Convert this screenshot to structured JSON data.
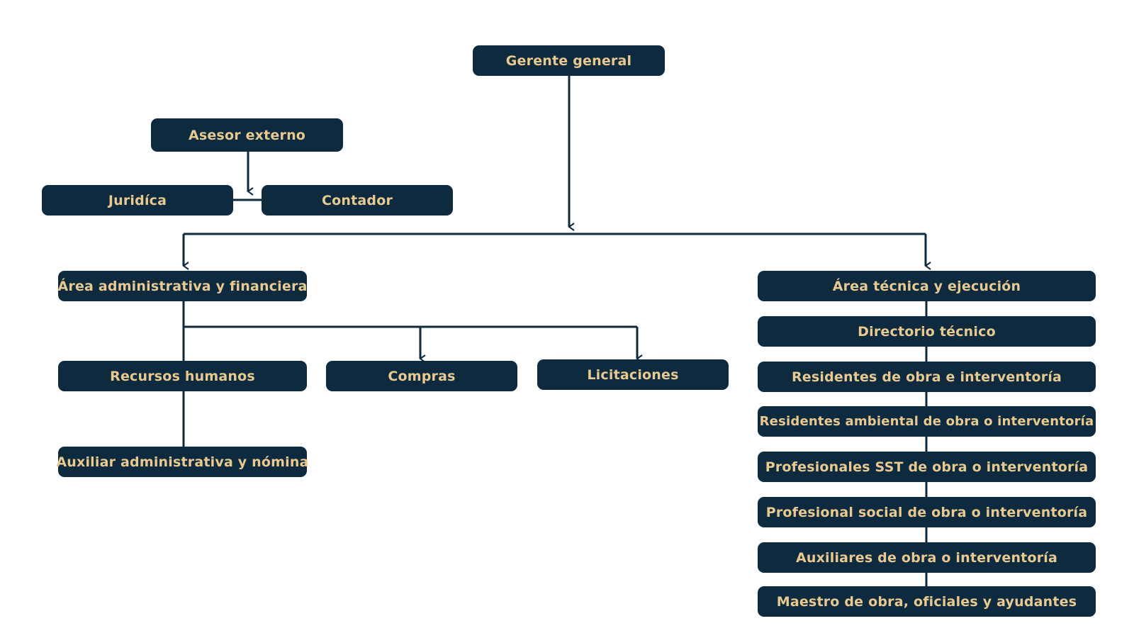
{
  "nodes": {
    "gerente": "Gerente general",
    "asesor": "Asesor externo",
    "juridica": "Juridíca",
    "contador": "Contador",
    "admin": "Área administrativa y financiera",
    "rrhh": "Recursos humanos",
    "compras": "Compras",
    "licitaciones": "Licitaciones",
    "auxiliar_admin": "Auxiliar administrativa y nómina",
    "tecnica": "Área técnica y ejecución",
    "directorio": "Directorio técnico",
    "residentes": "Residentes de obra e interventoría",
    "residentes_amb": "Residentes ambiental de obra o interventoría",
    "sst": "Profesionales SST de obra o interventoría",
    "social": "Profesional social de obra o interventoría",
    "auxiliares_obra": "Auxiliares de obra o interventoría",
    "maestro": "Maestro de obra, oficiales y ayudantes"
  },
  "colors": {
    "box": "#0d2a3f",
    "text": "#e8c98e",
    "line": "#0d2a3f"
  }
}
